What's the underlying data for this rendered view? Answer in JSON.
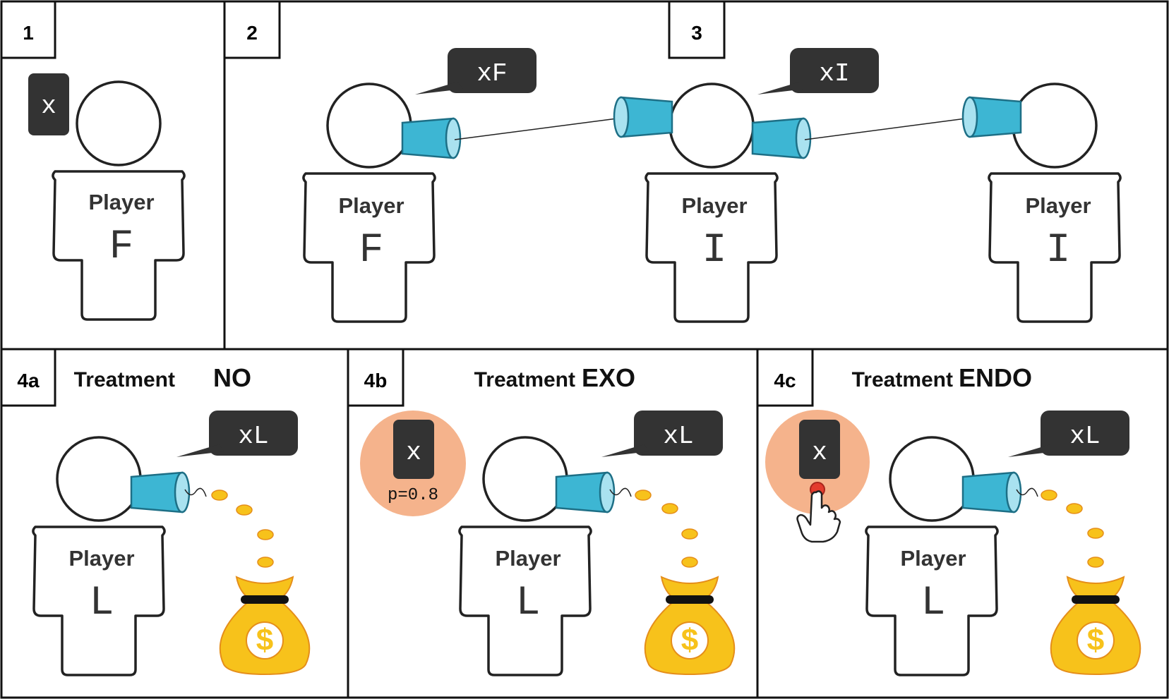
{
  "panels": {
    "p1": {
      "number": "1",
      "card": "x",
      "player_label": "Player",
      "player_letter": "F"
    },
    "p2": {
      "number": "2",
      "bubble": "xF",
      "player_label": "Player",
      "player_letter": "F"
    },
    "p3": {
      "number": "3",
      "bubble": "xI",
      "player_label": "Player",
      "player_letter": "I",
      "receiver_label": "Player",
      "receiver_letter": "I"
    },
    "p4a": {
      "number": "4a",
      "title_prefix": "Treatment",
      "title_emph": "NO",
      "bubble": "xL",
      "player_label": "Player",
      "player_letter": "L"
    },
    "p4b": {
      "number": "4b",
      "title_prefix": "Treatment",
      "title_emph": "EXO",
      "card": "x",
      "prob": "p=0.8",
      "bubble": "xL",
      "player_label": "Player",
      "player_letter": "L"
    },
    "p4c": {
      "number": "4c",
      "title_prefix": "Treatment",
      "title_emph": "ENDO",
      "card": "x",
      "bubble": "xL",
      "player_label": "Player",
      "player_letter": "L"
    }
  },
  "icons": [
    "paper-cup-icon",
    "money-bag-icon",
    "dollar-sign-icon",
    "coin-icon",
    "pointing-hand-icon"
  ],
  "colors": {
    "cup": "#3db6d3",
    "cup_rim": "#a9e2f0",
    "bubble": "#333333",
    "disc": "#f5b38c",
    "coin": "#f7c21b",
    "bag": "#f7c21b"
  }
}
